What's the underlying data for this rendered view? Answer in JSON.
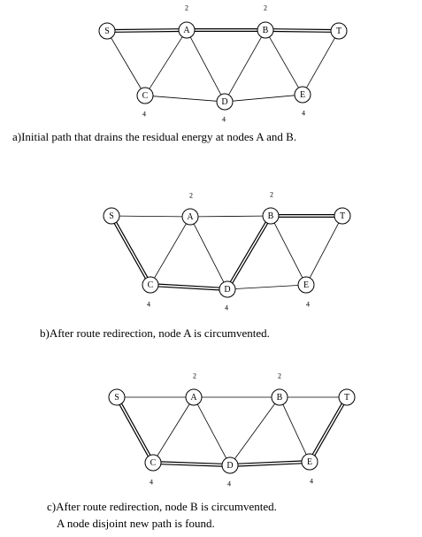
{
  "panels": [
    {
      "id": "a",
      "caption_lines": [
        "a)Initial path that drains the residual energy at nodes A and B."
      ],
      "nodes": {
        "S": {
          "label": "S"
        },
        "A": {
          "label": "A",
          "energy": "2"
        },
        "B": {
          "label": "B",
          "energy": "2"
        },
        "T": {
          "label": "T"
        },
        "C": {
          "label": "C",
          "energy": "4"
        },
        "D": {
          "label": "D",
          "energy": "4"
        },
        "E": {
          "label": "E",
          "energy": "4"
        }
      },
      "edges": [
        [
          "S",
          "A"
        ],
        [
          "A",
          "B"
        ],
        [
          "B",
          "T"
        ],
        [
          "S",
          "C"
        ],
        [
          "C",
          "A"
        ],
        [
          "A",
          "D"
        ],
        [
          "D",
          "B"
        ],
        [
          "B",
          "E"
        ],
        [
          "E",
          "T"
        ],
        [
          "C",
          "D"
        ],
        [
          "D",
          "E"
        ]
      ],
      "path": [
        [
          "S",
          "A"
        ],
        [
          "A",
          "B"
        ],
        [
          "B",
          "T"
        ]
      ]
    },
    {
      "id": "b",
      "caption_lines": [
        "b)After route redirection, node A is circumvented."
      ],
      "nodes": {
        "S": {
          "label": "S"
        },
        "A": {
          "label": "A",
          "energy": "2"
        },
        "B": {
          "label": "B",
          "energy": "2"
        },
        "T": {
          "label": "T"
        },
        "C": {
          "label": "C",
          "energy": "4"
        },
        "D": {
          "label": "D",
          "energy": "4"
        },
        "E": {
          "label": "E",
          "energy": "4"
        }
      },
      "edges": [
        [
          "S",
          "A"
        ],
        [
          "A",
          "B"
        ],
        [
          "B",
          "T"
        ],
        [
          "S",
          "C"
        ],
        [
          "C",
          "A"
        ],
        [
          "A",
          "D"
        ],
        [
          "D",
          "B"
        ],
        [
          "B",
          "E"
        ],
        [
          "E",
          "T"
        ],
        [
          "C",
          "D"
        ],
        [
          "D",
          "E"
        ]
      ],
      "path": [
        [
          "S",
          "C"
        ],
        [
          "C",
          "D"
        ],
        [
          "D",
          "B"
        ],
        [
          "B",
          "T"
        ]
      ]
    },
    {
      "id": "c",
      "caption_lines": [
        "c)After route redirection, node B is circumvented.",
        "A node disjoint new path is found."
      ],
      "nodes": {
        "S": {
          "label": "S"
        },
        "A": {
          "label": "A",
          "energy": "2"
        },
        "B": {
          "label": "B",
          "energy": "2"
        },
        "T": {
          "label": "T"
        },
        "C": {
          "label": "C",
          "energy": "4"
        },
        "D": {
          "label": "D",
          "energy": "4"
        },
        "E": {
          "label": "E",
          "energy": "4"
        }
      },
      "edges": [
        [
          "S",
          "A"
        ],
        [
          "A",
          "B"
        ],
        [
          "B",
          "T"
        ],
        [
          "S",
          "C"
        ],
        [
          "C",
          "A"
        ],
        [
          "A",
          "D"
        ],
        [
          "D",
          "B"
        ],
        [
          "B",
          "E"
        ],
        [
          "E",
          "T"
        ],
        [
          "C",
          "D"
        ],
        [
          "D",
          "E"
        ]
      ],
      "path": [
        [
          "S",
          "C"
        ],
        [
          "C",
          "D"
        ],
        [
          "D",
          "E"
        ],
        [
          "E",
          "T"
        ]
      ]
    }
  ]
}
